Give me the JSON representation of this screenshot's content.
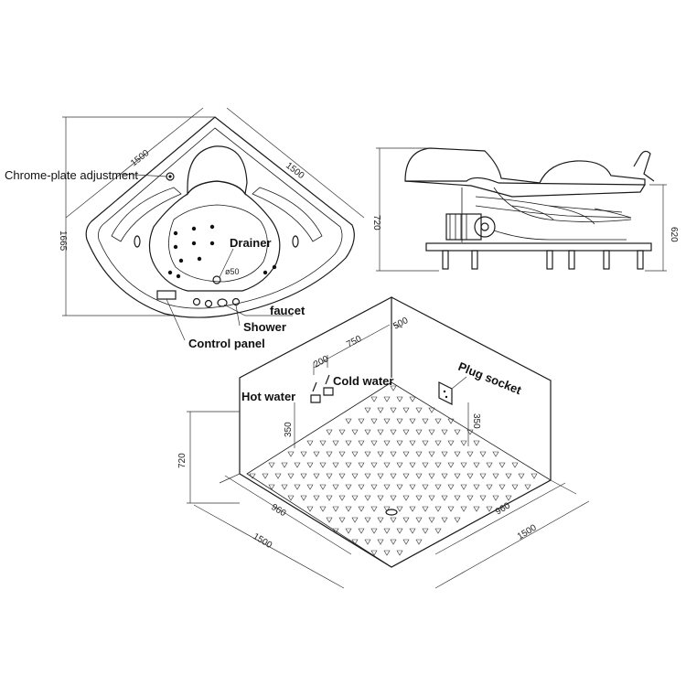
{
  "top_view": {
    "labels": {
      "chrome_plate": "Chrome-plate adjustment",
      "drainer": "Drainer",
      "faucet": "faucet",
      "shower": "Shower",
      "control_panel": "Control panel",
      "phi50": "ø50"
    },
    "dims": {
      "left_side": "1500",
      "right_side": "1500",
      "height": "1665"
    }
  },
  "side_view": {
    "dims": {
      "total_height": "720",
      "skirt_height": "620"
    }
  },
  "floor_plan": {
    "labels": {
      "hot_water": "Hot water",
      "cold_water": "Cold water",
      "plug_socket": "Plug socket"
    },
    "dims": {
      "d750": "750",
      "d500": "500",
      "d200": "200",
      "d350_left": "350",
      "d350_right": "350",
      "d720": "720",
      "d960_left": "960",
      "d960_right": "960",
      "d1500_left": "1500",
      "d1500_right": "1500"
    }
  }
}
